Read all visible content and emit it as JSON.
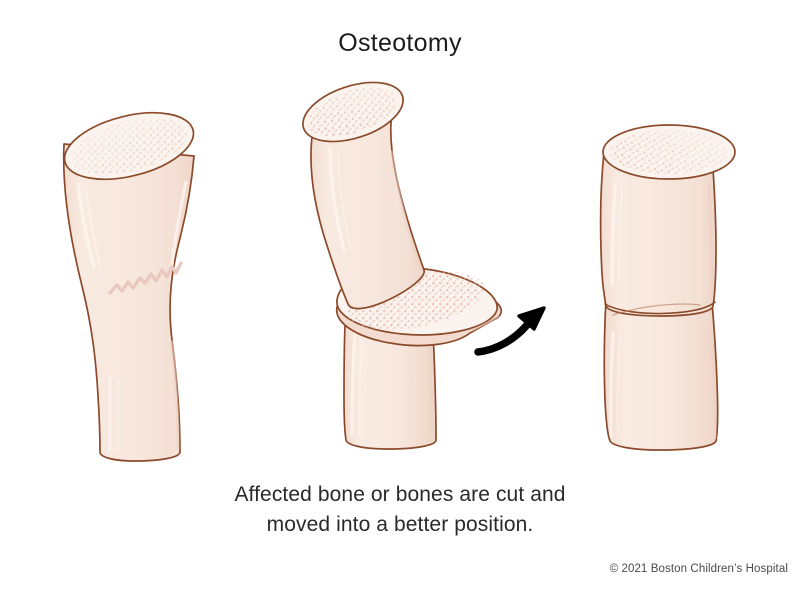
{
  "page": {
    "title": "Osteotomy",
    "background_color": "#ffffff"
  },
  "caption": {
    "line1": "Affected bone or bones are cut and",
    "line2": "moved into a better position."
  },
  "credit": {
    "text": "© 2021 Boston Children’s Hospital"
  },
  "colors": {
    "bone_fill": "#F7E7DD",
    "bone_fill_shade": "#F2DCCF",
    "bone_outline": "#8B4A2B",
    "cut_surface_fill": "#FBF4EE",
    "speckle": "#E2A99C",
    "cut_line": "#E9C9BF",
    "highlight": "#FCF3EC",
    "arrow": "#000000",
    "title_text": "#1c1c1c",
    "caption_text": "#2a2a2a",
    "credit_text": "#4a4a4a"
  },
  "figure": {
    "alt": "Three-panel bone osteotomy illustration",
    "panels": [
      {
        "id": "panel-deformed-bone",
        "label": "Deformed bone with planned cut",
        "description": "A single curved bone shaft with a zigzag line marking where the surgical cut will be made.",
        "has_cut_line": true,
        "has_arrow": false
      },
      {
        "id": "panel-cut-bone",
        "label": "Bone cut into segments with wedge removed",
        "description": "The bone is separated into an upper tilted segment, a removed wedge, and a lower segment.",
        "has_cut_line": false,
        "has_arrow": true,
        "arrow_direction": "up-right"
      },
      {
        "id": "panel-realigned-bone",
        "label": "Realigned straightened bone",
        "description": "The bone segments joined together in a straight, corrected alignment.",
        "has_cut_line": false,
        "has_arrow": false
      }
    ]
  }
}
